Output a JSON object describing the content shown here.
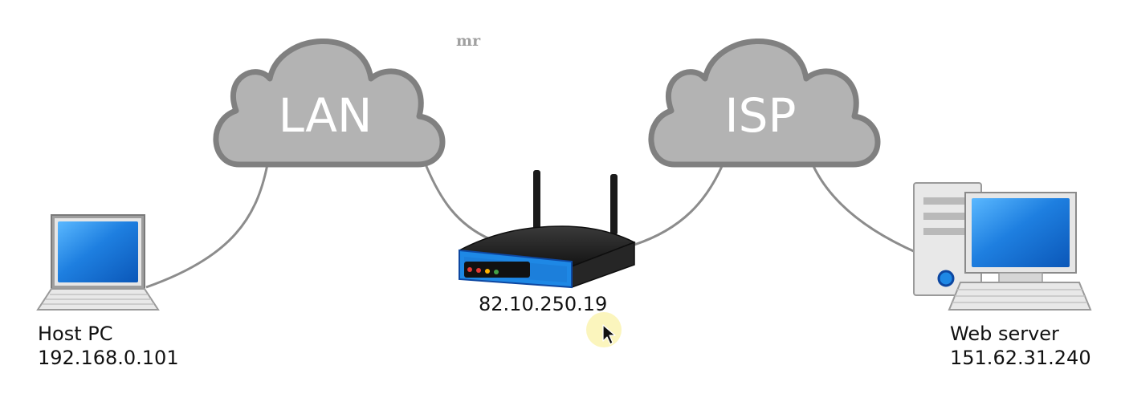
{
  "watermark": "mr",
  "clouds": {
    "lan": {
      "label": "LAN"
    },
    "isp": {
      "label": "ISP"
    }
  },
  "router": {
    "ip": "82.10.250.19"
  },
  "host_pc": {
    "name": "Host PC",
    "ip": "192.168.0.101"
  },
  "web_server": {
    "name": "Web server",
    "ip": "151.62.31.240"
  },
  "colors": {
    "cloud_fill": "#b3b3b3",
    "cloud_stroke": "#808080",
    "cable": "#8c8c8c",
    "screen_blue": "#1e7fe0",
    "router_blue": "#1e88e5",
    "router_dark": "#1c1c1c",
    "cursor_highlight": "#fbf4b6"
  }
}
